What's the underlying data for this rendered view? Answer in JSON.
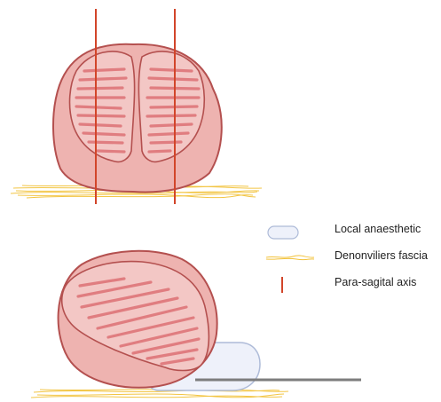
{
  "legend": {
    "items": [
      {
        "key": "local-anaesthetic",
        "label": "Local anaesthetic",
        "color": "#eef1fa",
        "stroke": "#aebbd8"
      },
      {
        "key": "denonviliers-fascia",
        "label": "Denonviliers fascia",
        "color": "#f2c23a"
      },
      {
        "key": "para-sagital-axis",
        "label": "Para-sagital axis",
        "color": "#d2452a"
      }
    ]
  },
  "colors": {
    "gland_fill": "#eeb3b0",
    "gland_stroke": "#b4504f",
    "lobe_fill": "#f3c7c5",
    "striation": "#e07d80",
    "probe": "#7d7d7d"
  }
}
